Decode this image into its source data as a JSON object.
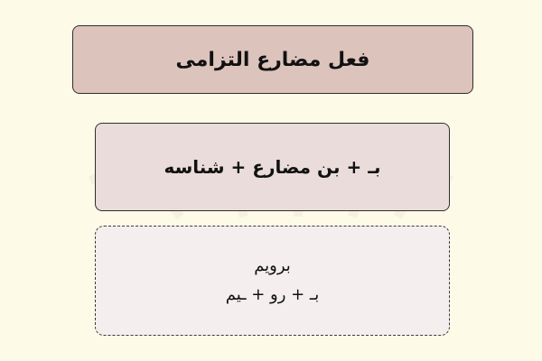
{
  "title": "فعل مضارع التزامی",
  "formula": "بـ + بن مضارع + شناسه",
  "example": {
    "word": "برویم",
    "breakdown": "بـ + رو + ـیم"
  },
  "watermark": {
    "text": "فرادرس",
    "icon": "logo-grid-icon"
  },
  "colors": {
    "background": "#fdfbe8",
    "title_fill": "#dcc3bb",
    "formula_fill": "#e9dcda",
    "example_fill": "#f4efee"
  }
}
